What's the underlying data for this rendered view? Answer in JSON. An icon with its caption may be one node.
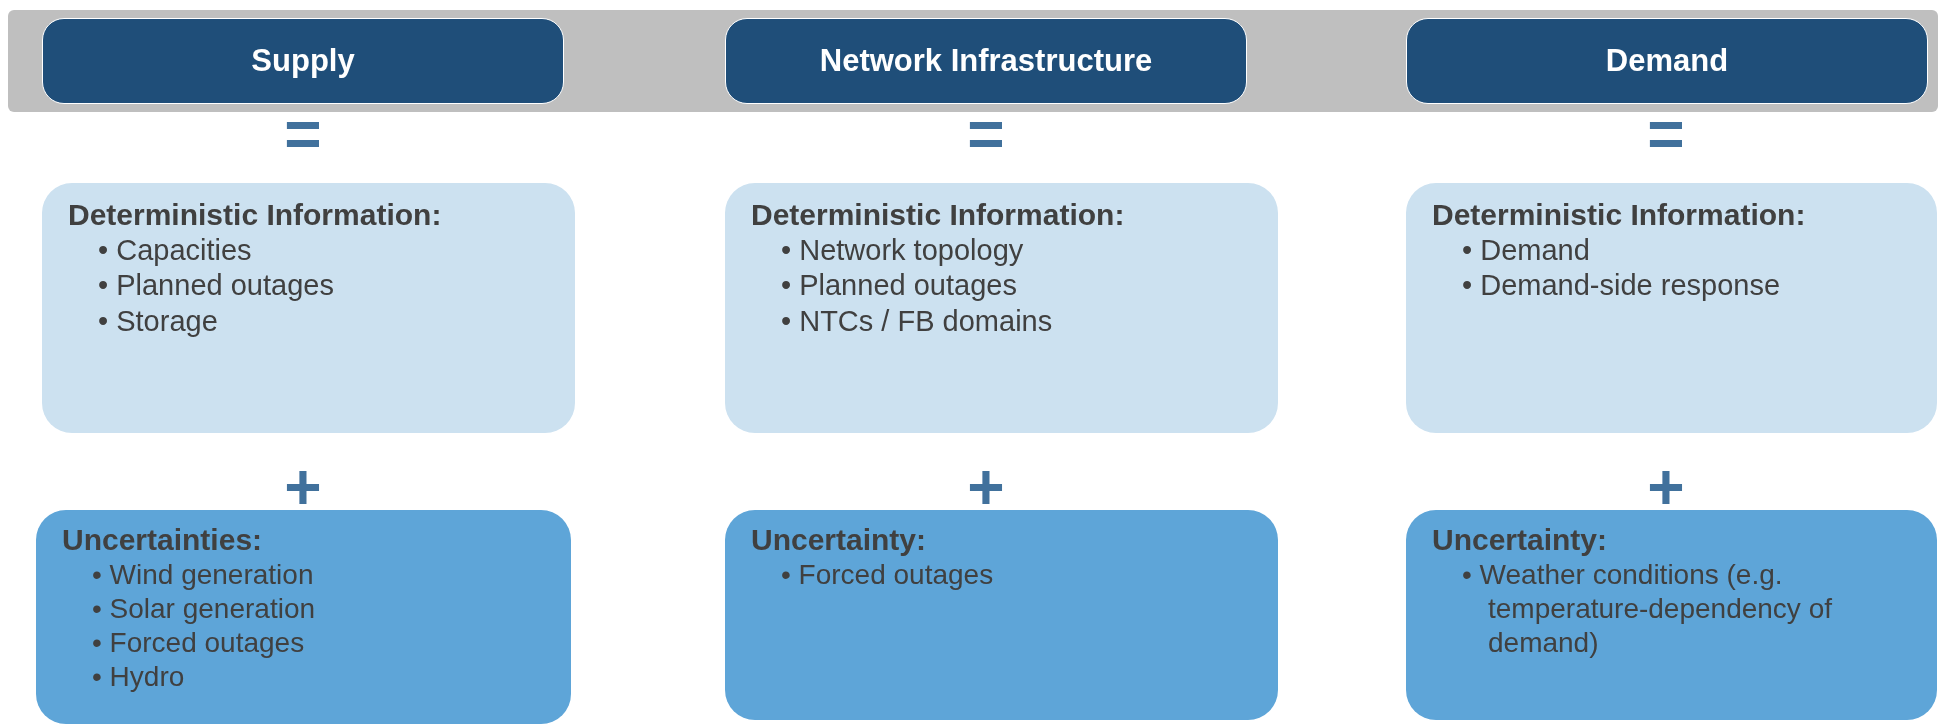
{
  "diagram": {
    "nodes": [
      {
        "text": [],
        "shape": "bar"
      },
      {
        "text": [
          "Supply"
        ],
        "in": 0
      },
      {
        "text": [
          "Network Infrastructure"
        ],
        "in": 0
      },
      {
        "text": [
          "Demand"
        ],
        "in": 0
      },
      {
        "text": [
          "Deterministic Information:",
          "• Capacities",
          "• Planned outages",
          "• Storage"
        ]
      },
      {
        "text": [
          "Deterministic Information:",
          "• Network topology",
          "• Planned outages",
          "• NTCs / FB domains"
        ]
      },
      {
        "text": [
          "Deterministic Information:",
          "• Demand",
          "• Demand-side response"
        ]
      },
      {
        "text": [
          "Uncertainties:",
          "• Wind generation",
          "• Solar generation",
          "• Forced outages",
          "• Hydro"
        ]
      },
      {
        "text": [
          "Uncertainty:",
          "• Forced outages"
        ]
      },
      {
        "text": [
          "Uncertainty:",
          "• Weather conditions (e.g. temperature-dependency of demand)"
        ]
      }
    ],
    "edges": [],
    "labels": [
      "=",
      "=",
      "=",
      "+",
      "+",
      "+"
    ]
  }
}
